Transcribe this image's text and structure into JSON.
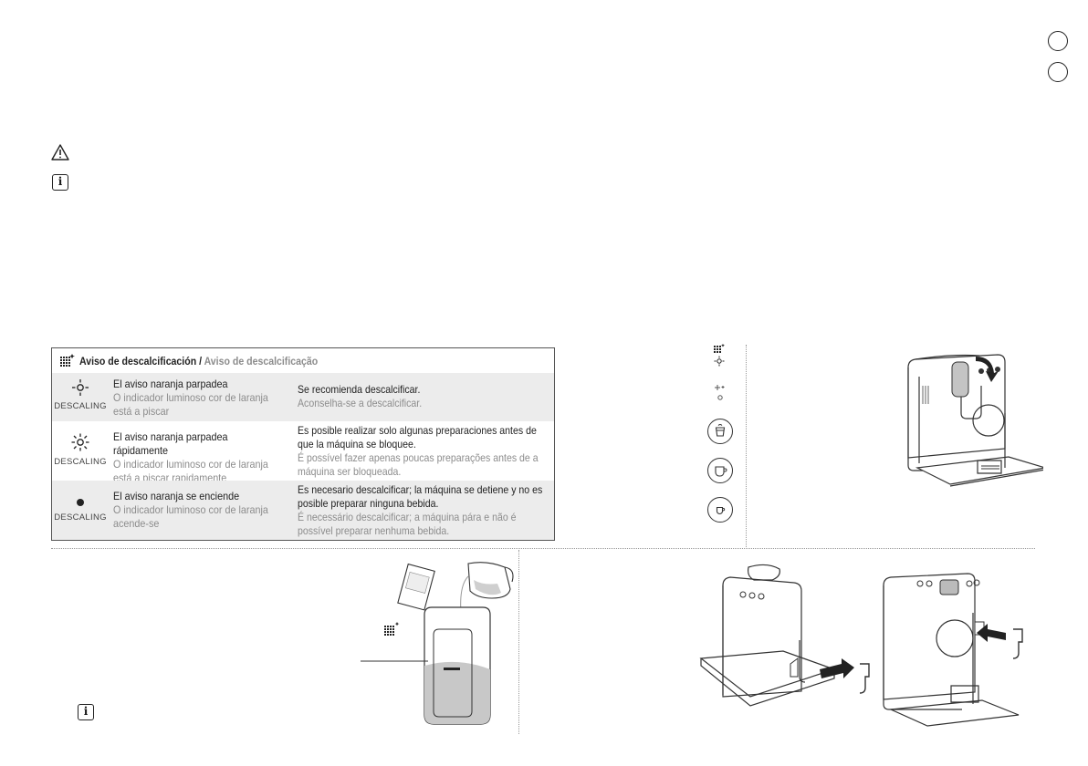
{
  "table": {
    "title_es": "Aviso de descalcificación",
    "title_sep": " / ",
    "title_pt": "Aviso de descalcificação",
    "rows": [
      {
        "symbol_label": "DESCALING",
        "state_es": "El aviso naranja parpadea",
        "state_pt": "O indicador luminoso cor de laranja está a piscar",
        "meaning_es": "Se recomienda descalcificar.",
        "meaning_pt": "Aconselha-se a descalcificar."
      },
      {
        "symbol_label": "DESCALING",
        "state_es": "El aviso naranja parpadea rápidamente",
        "state_pt": "O indicador luminoso cor de laranja está a piscar rapidamente",
        "meaning_es": "Es posible realizar solo algunas preparaciones antes de que la máquina se bloquee.",
        "meaning_pt": "É possível fazer apenas poucas preparações antes de a máquina ser bloqueada."
      },
      {
        "symbol_label": "DESCALING",
        "state_es": "El aviso naranja se enciende",
        "state_pt": "O indicador luminoso cor de laranja acende-se",
        "meaning_es": "Es necesario descalcificar; la máquina se detiene y no es posible preparar ninguna bebida.",
        "meaning_pt": "É necessário descalcificar; a máquina pára e não é possível preparar nenhuma bebida."
      }
    ]
  },
  "colors": {
    "accent_grey": "#8c8c8c",
    "row_shade": "#ececec"
  }
}
